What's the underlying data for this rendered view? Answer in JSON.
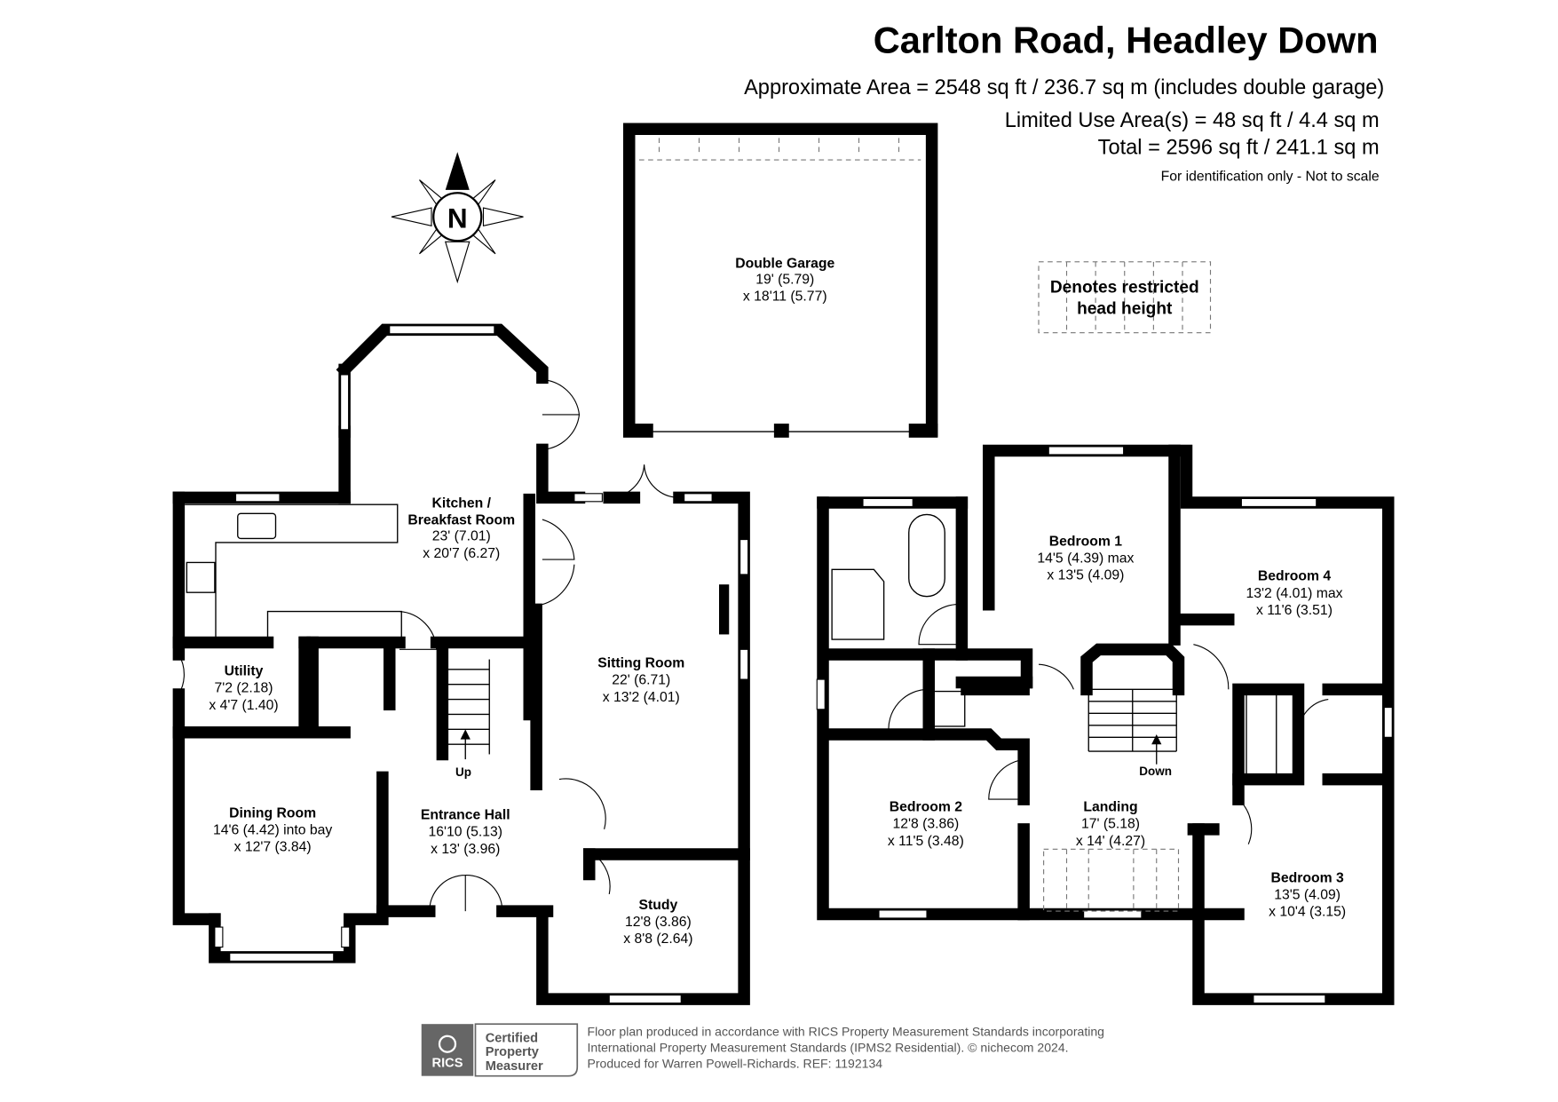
{
  "header": {
    "title": "Carlton Road, Headley Down",
    "approx_area": "Approximate Area = 2548 sq ft / 236.7 sq m (includes double garage)",
    "limited_use": "Limited Use Area(s) = 48 sq ft / 4.4 sq m",
    "total": "Total = 2596 sq ft / 241.1 sq m",
    "disclaimer": "For identification only - Not to scale"
  },
  "compass": {
    "label": "N"
  },
  "legend": {
    "line1": "Denotes restricted",
    "line2": "head height"
  },
  "rooms": {
    "garage": {
      "name": "Double Garage",
      "dim1": "19' (5.79)",
      "dim2": "x 18'11 (5.77)"
    },
    "kitchen": {
      "name1": "Kitchen /",
      "name2": "Breakfast Room",
      "dim1": "23' (7.01)",
      "dim2": "x 20'7 (6.27)"
    },
    "utility": {
      "name": "Utility",
      "dim1": "7'2 (2.18)",
      "dim2": "x 4'7 (1.40)"
    },
    "sitting": {
      "name": "Sitting Room",
      "dim1": "22' (6.71)",
      "dim2": "x 13'2 (4.01)"
    },
    "dining": {
      "name": "Dining Room",
      "dim1": "14'6 (4.42) into bay",
      "dim2": "x 12'7 (3.84)"
    },
    "hall": {
      "name": "Entrance Hall",
      "dim1": "16'10 (5.13)",
      "dim2": "x 13' (3.96)"
    },
    "study": {
      "name": "Study",
      "dim1": "12'8 (3.86)",
      "dim2": "x 8'8 (2.64)"
    },
    "bed1": {
      "name": "Bedroom 1",
      "dim1": "14'5 (4.39) max",
      "dim2": "x 13'5 (4.09)"
    },
    "bed4": {
      "name": "Bedroom 4",
      "dim1": "13'2 (4.01) max",
      "dim2": "x 11'6 (3.51)"
    },
    "bed2": {
      "name": "Bedroom 2",
      "dim1": "12'8 (3.86)",
      "dim2": "x 11'5 (3.48)"
    },
    "landing": {
      "name": "Landing",
      "dim1": "17' (5.18)",
      "dim2": "x 14' (4.27)"
    },
    "bed3": {
      "name": "Bedroom 3",
      "dim1": "13'5 (4.09)",
      "dim2": "x 10'4 (3.15)"
    }
  },
  "stairs": {
    "up": "Up",
    "down": "Down"
  },
  "footer": {
    "rics": "RICS",
    "badge1": "Certified",
    "badge2": "Property",
    "badge3": "Measurer",
    "line1": "Floor plan produced in accordance with RICS Property Measurement Standards incorporating",
    "line2": "International Property Measurement Standards (IPMS2 Residential).   © nichecom 2024.",
    "line3": "Produced for Warren Powell-Richards.   REF:  1192134"
  }
}
